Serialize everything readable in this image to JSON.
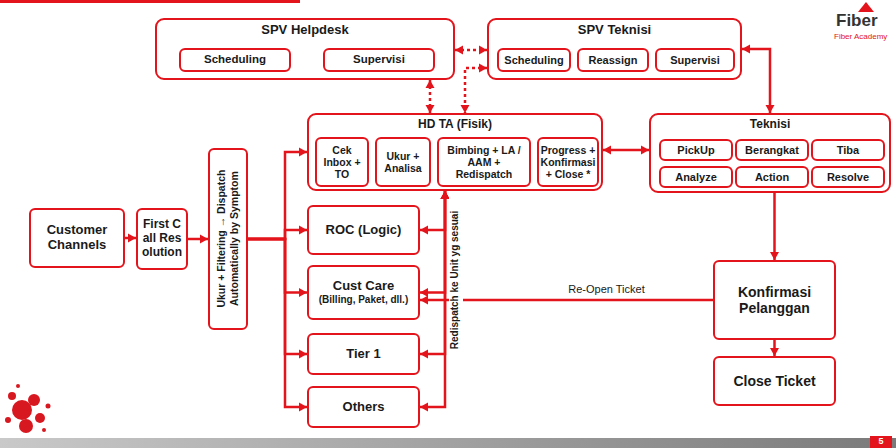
{
  "diagram": {
    "nodes": [
      {
        "text": [
          "SPV Helpdesk"
        ]
      },
      {
        "text": [
          "Scheduling"
        ],
        "in": 0
      },
      {
        "text": [
          "Supervisi"
        ],
        "in": 0
      },
      {
        "text": [
          "SPV Teknisi"
        ]
      },
      {
        "text": [
          "Scheduling"
        ],
        "in": 3
      },
      {
        "text": [
          "Reassign"
        ],
        "in": 3
      },
      {
        "text": [
          "Supervisi"
        ],
        "in": 3
      },
      {
        "text": [
          "HD TA (Fisik)"
        ]
      },
      {
        "text": [
          "Cek Inbox + TO"
        ],
        "in": 7
      },
      {
        "text": [
          "Ukur + Analisa"
        ],
        "in": 7
      },
      {
        "text": [
          "Bimbing + LA / AAM + Redispatch"
        ],
        "in": 7
      },
      {
        "text": [
          "Progress + Konfirmasi + Close *"
        ],
        "in": 7
      },
      {
        "text": [
          "Teknisi"
        ]
      },
      {
        "text": [
          "PickUp"
        ],
        "in": 12
      },
      {
        "text": [
          "Berangkat"
        ],
        "in": 12
      },
      {
        "text": [
          "Tiba"
        ],
        "in": 12
      },
      {
        "text": [
          "Analyze"
        ],
        "in": 12
      },
      {
        "text": [
          "Action"
        ],
        "in": 12
      },
      {
        "text": [
          "Resolve"
        ],
        "in": 12
      },
      {
        "text": [
          "Customer Channels"
        ]
      },
      {
        "text": [
          "First Call Resolution"
        ]
      },
      {
        "text": [
          "Ukur + Filtering → Dispatch Automatically by Symptom"
        ]
      },
      {
        "text": [
          "ROC (Logic)"
        ]
      },
      {
        "text": [
          "Cust Care",
          "(Billing, Paket, dll.)"
        ]
      },
      {
        "text": [
          "Tier 1"
        ]
      },
      {
        "text": [
          "Others"
        ]
      },
      {
        "text": [
          "Konfirmasi Pelanggan"
        ]
      },
      {
        "text": [
          "Close Ticket"
        ]
      }
    ],
    "edges": [
      {
        "from": 19,
        "to": 20,
        "arrow": "to"
      },
      {
        "from": 20,
        "to": 21,
        "arrow": "to"
      },
      {
        "from": 21,
        "to": 7,
        "arrow": "to"
      },
      {
        "from": 21,
        "to": 22,
        "arrow": "to"
      },
      {
        "from": 21,
        "to": 23,
        "arrow": "to"
      },
      {
        "from": 21,
        "to": 24,
        "arrow": "to"
      },
      {
        "from": 21,
        "to": 25,
        "arrow": "to"
      },
      {
        "from": 0,
        "to": 3,
        "arrow": "both"
      },
      {
        "from": 0,
        "to": 7,
        "arrow": "both"
      },
      {
        "from": 3,
        "to": 7,
        "arrow": "both"
      },
      {
        "from": 7,
        "to": 12,
        "arrow": "both"
      },
      {
        "from": 3,
        "to": 12,
        "arrow": "both"
      },
      {
        "from": 7,
        "to": 22,
        "arrow": "both"
      },
      {
        "from": 7,
        "to": 23,
        "arrow": "both"
      },
      {
        "from": 7,
        "to": 24,
        "arrow": "both"
      },
      {
        "from": 7,
        "to": 25,
        "arrow": "both"
      },
      {
        "from": 12,
        "to": 26,
        "arrow": "to"
      },
      {
        "from": 26,
        "to": 27,
        "arrow": "to"
      },
      {
        "from": 26,
        "to": 23,
        "label": "Re-Open Ticket",
        "arrow": "to"
      }
    ],
    "labels": [
      "Fiber",
      "Fiber Academy",
      "Redispatch ke Unit yg sesuai",
      "5"
    ]
  }
}
